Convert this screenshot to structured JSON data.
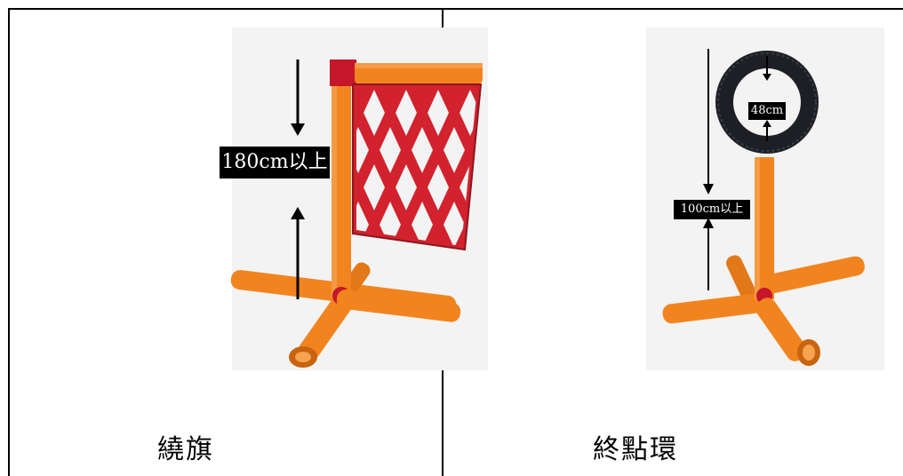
{
  "cells": [
    {
      "caption": "繞旗",
      "measure_label": "180cm以上"
    },
    {
      "caption": "終點環",
      "height_label": "100cm以上",
      "ring_label": "48cm"
    }
  ],
  "colors": {
    "pole": "#f2841f",
    "pole_dark": "#c8640f",
    "flag": "#d1222e",
    "flag_edge": "#8e1520",
    "ring": "#1d1f24",
    "panel_bg": "#f3f3f3"
  }
}
